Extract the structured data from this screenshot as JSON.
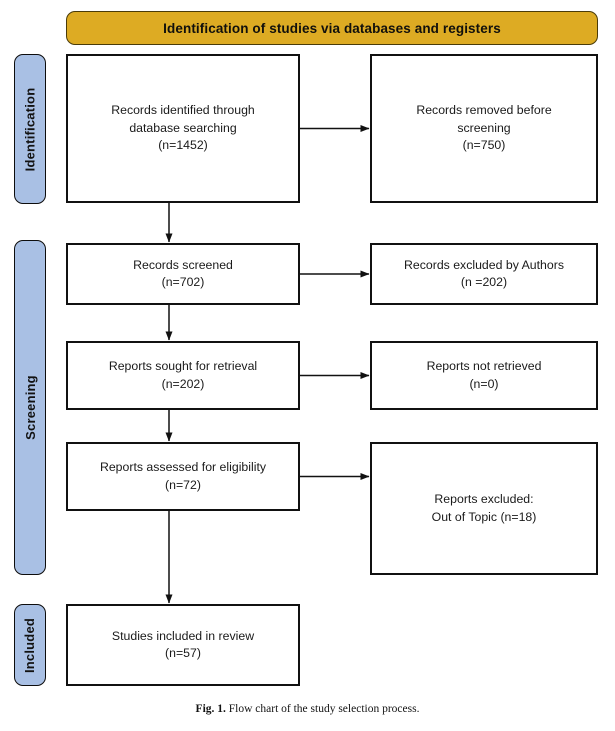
{
  "figure": {
    "caption_label": "Fig. 1.",
    "caption_text": "Flow chart of the study selection process."
  },
  "banner": {
    "identification": "Identification of studies via databases and registers"
  },
  "rails": [
    {
      "key": "identification",
      "label": "Identification"
    },
    {
      "key": "screening",
      "label": "Screening"
    },
    {
      "key": "included",
      "label": "Included"
    }
  ],
  "boxes": {
    "records_identified": "Records identified through\ndatabase searching\n(n=1452)",
    "records_removed": "Records removed before\nscreening\n(n=750)",
    "records_screened": "Records screened\n(n=702)",
    "records_excluded": "Records excluded by Authors\n(n =202)",
    "reports_sought": "Reports sought for retrieval\n(n=202)",
    "reports_not_retrieved": "Reports not retrieved\n(n=0)",
    "reports_assessed": "Reports assessed for eligibility\n(n=72)",
    "reports_excluded": "Reports excluded:\nOut of Topic (n=18)",
    "studies_included": "Studies included in review\n(n=57)"
  },
  "flow_data": {
    "type": "diagram",
    "diagram_standard": "PRISMA 2020 flow diagram",
    "phases": [
      {
        "phase": "Identification",
        "banner": "Identification of studies via databases and registers",
        "nodes": [
          {
            "label": "Records identified through database searching",
            "n": 1452,
            "side": "main"
          },
          {
            "label": "Records removed before screening",
            "n": 750,
            "side": "excluded"
          }
        ]
      },
      {
        "phase": "Screening",
        "nodes": [
          {
            "label": "Records screened",
            "n": 702,
            "side": "main"
          },
          {
            "label": "Records excluded by Authors",
            "n": 202,
            "side": "excluded"
          },
          {
            "label": "Reports sought for retrieval",
            "n": 202,
            "side": "main"
          },
          {
            "label": "Reports not retrieved",
            "n": 0,
            "side": "excluded"
          },
          {
            "label": "Reports assessed for eligibility",
            "n": 72,
            "side": "main"
          },
          {
            "label": "Reports excluded: Out of Topic",
            "n": 18,
            "side": "excluded"
          }
        ]
      },
      {
        "phase": "Included",
        "nodes": [
          {
            "label": "Studies included in review",
            "n": 57,
            "side": "main"
          }
        ]
      }
    ],
    "edges": [
      {
        "from": "Records identified through database searching",
        "to": "Records removed before screening",
        "direction": "right"
      },
      {
        "from": "Records identified through database searching",
        "to": "Records screened",
        "direction": "down"
      },
      {
        "from": "Records screened",
        "to": "Records excluded by Authors",
        "direction": "right"
      },
      {
        "from": "Records screened",
        "to": "Reports sought for retrieval",
        "direction": "down"
      },
      {
        "from": "Reports sought for retrieval",
        "to": "Reports not retrieved",
        "direction": "right"
      },
      {
        "from": "Reports sought for retrieval",
        "to": "Reports assessed for eligibility",
        "direction": "down"
      },
      {
        "from": "Reports assessed for eligibility",
        "to": "Reports excluded: Out of Topic",
        "direction": "right"
      },
      {
        "from": "Reports assessed for eligibility",
        "to": "Studies included in review",
        "direction": "down"
      }
    ]
  },
  "colors": {
    "banner_fill": "#ddab23",
    "banner_border": "#4a3b08",
    "rail_fill": "#a9c0e4",
    "rail_border": "#0d0d0d",
    "box_border": "#111111",
    "box_fill": "#ffffff",
    "arrow": "#111111"
  }
}
